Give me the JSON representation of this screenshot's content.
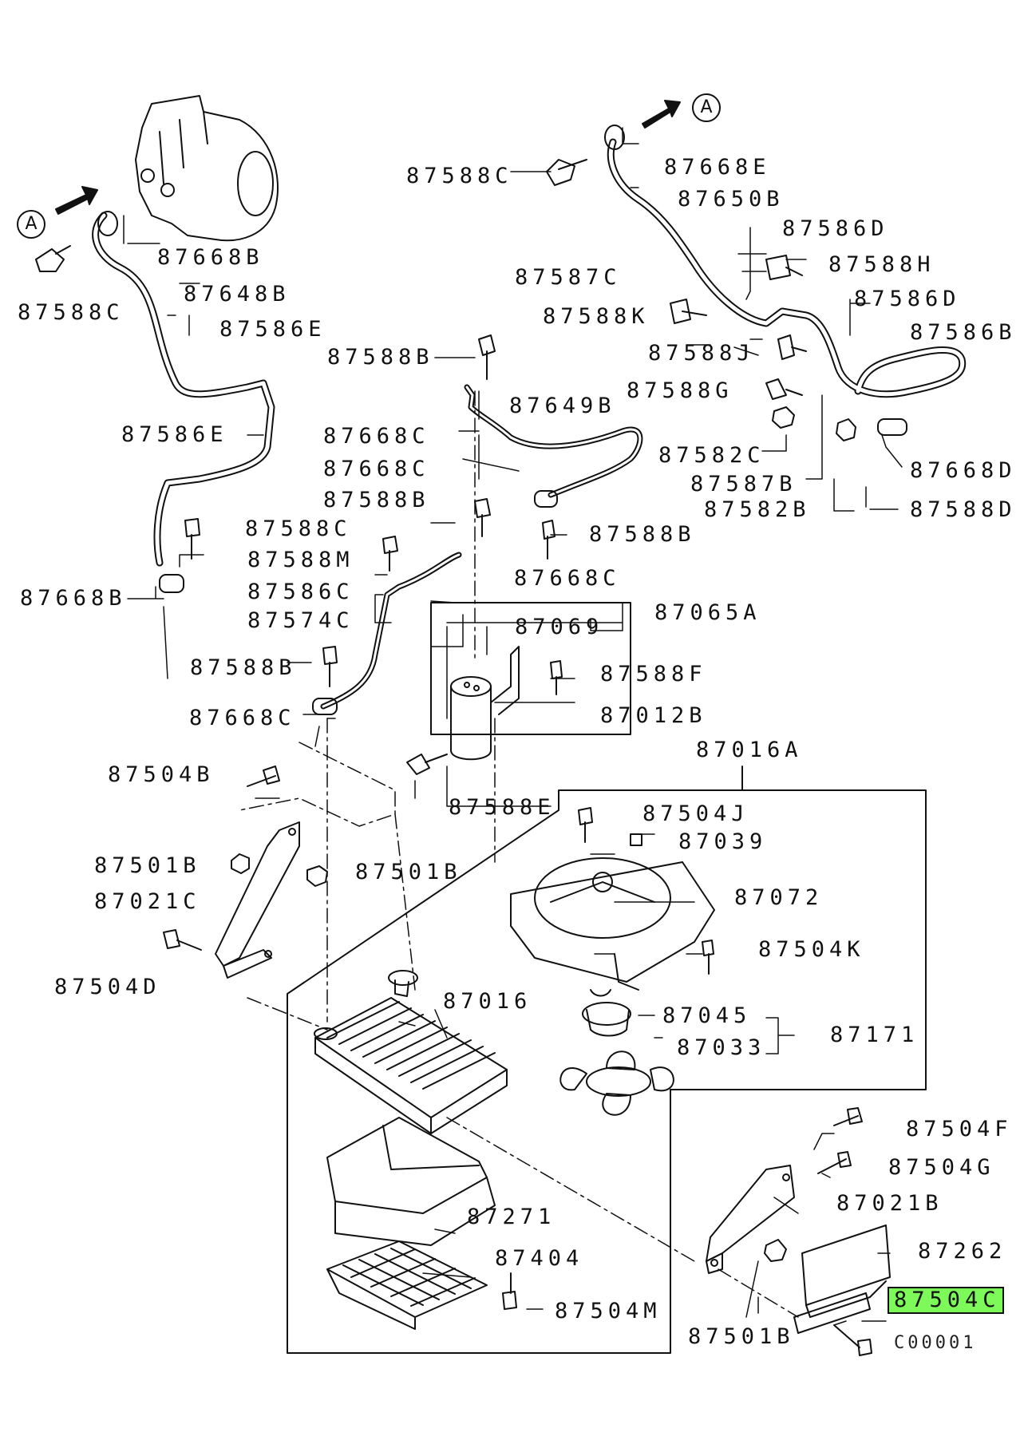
{
  "diagram": {
    "ref_marker": "A",
    "highlight_color": "#7dfa5a",
    "labels": [
      {
        "id": "87588C-top",
        "text": "87588C"
      },
      {
        "id": "87668E",
        "text": "87668E"
      },
      {
        "id": "87650B",
        "text": "87650B"
      },
      {
        "id": "87586D-a",
        "text": "87586D"
      },
      {
        "id": "87588H",
        "text": "87588H"
      },
      {
        "id": "87587C",
        "text": "87587C"
      },
      {
        "id": "87586D-b",
        "text": "87586D"
      },
      {
        "id": "87588K",
        "text": "87588K"
      },
      {
        "id": "87586B",
        "text": "87586B"
      },
      {
        "id": "87588J",
        "text": "87588J"
      },
      {
        "id": "87588G",
        "text": "87588G"
      },
      {
        "id": "87582C",
        "text": "87582C"
      },
      {
        "id": "87668D",
        "text": "87668D"
      },
      {
        "id": "87587B",
        "text": "87587B"
      },
      {
        "id": "87582B",
        "text": "87582B"
      },
      {
        "id": "87588D",
        "text": "87588D"
      },
      {
        "id": "87668B-top",
        "text": "87668B"
      },
      {
        "id": "87588C-left",
        "text": "87588C"
      },
      {
        "id": "87648B",
        "text": "87648B"
      },
      {
        "id": "87586E-a",
        "text": "87586E"
      },
      {
        "id": "87588B-a",
        "text": "87588B"
      },
      {
        "id": "87649B",
        "text": "87649B"
      },
      {
        "id": "87586E-b",
        "text": "87586E"
      },
      {
        "id": "87668C-a",
        "text": "87668C"
      },
      {
        "id": "87668C-b",
        "text": "87668C"
      },
      {
        "id": "87588B-b",
        "text": "87588B"
      },
      {
        "id": "87588C-mid",
        "text": "87588C"
      },
      {
        "id": "87588B-c",
        "text": "87588B"
      },
      {
        "id": "87588M",
        "text": "87588M"
      },
      {
        "id": "87668C-c",
        "text": "87668C"
      },
      {
        "id": "87586C",
        "text": "87586C"
      },
      {
        "id": "87668B-left",
        "text": "87668B"
      },
      {
        "id": "87574C",
        "text": "87574C"
      },
      {
        "id": "87069",
        "text": "87069"
      },
      {
        "id": "87065A",
        "text": "87065A"
      },
      {
        "id": "87588B-d",
        "text": "87588B"
      },
      {
        "id": "87588F",
        "text": "87588F"
      },
      {
        "id": "87012B",
        "text": "87012B"
      },
      {
        "id": "87668C-d",
        "text": "87668C"
      },
      {
        "id": "87016A",
        "text": "87016A"
      },
      {
        "id": "87504B",
        "text": "87504B"
      },
      {
        "id": "87588E",
        "text": "87588E"
      },
      {
        "id": "87504J",
        "text": "87504J"
      },
      {
        "id": "87039",
        "text": "87039"
      },
      {
        "id": "87501B-a",
        "text": "87501B"
      },
      {
        "id": "87501B-b",
        "text": "87501B"
      },
      {
        "id": "87072",
        "text": "87072"
      },
      {
        "id": "87021C",
        "text": "87021C"
      },
      {
        "id": "87504K",
        "text": "87504K"
      },
      {
        "id": "87504D",
        "text": "87504D"
      },
      {
        "id": "87016",
        "text": "87016"
      },
      {
        "id": "87045",
        "text": "87045"
      },
      {
        "id": "87171",
        "text": "87171"
      },
      {
        "id": "87033",
        "text": "87033"
      },
      {
        "id": "87504F",
        "text": "87504F"
      },
      {
        "id": "87504G",
        "text": "87504G"
      },
      {
        "id": "87021B",
        "text": "87021B"
      },
      {
        "id": "87271",
        "text": "87271"
      },
      {
        "id": "87262",
        "text": "87262"
      },
      {
        "id": "87404",
        "text": "87404"
      },
      {
        "id": "87504C",
        "text": "87504C",
        "highlighted": true
      },
      {
        "id": "87504M",
        "text": "87504M"
      },
      {
        "id": "87501B-c",
        "text": "87501B"
      }
    ],
    "drawing_code": "C00001"
  }
}
